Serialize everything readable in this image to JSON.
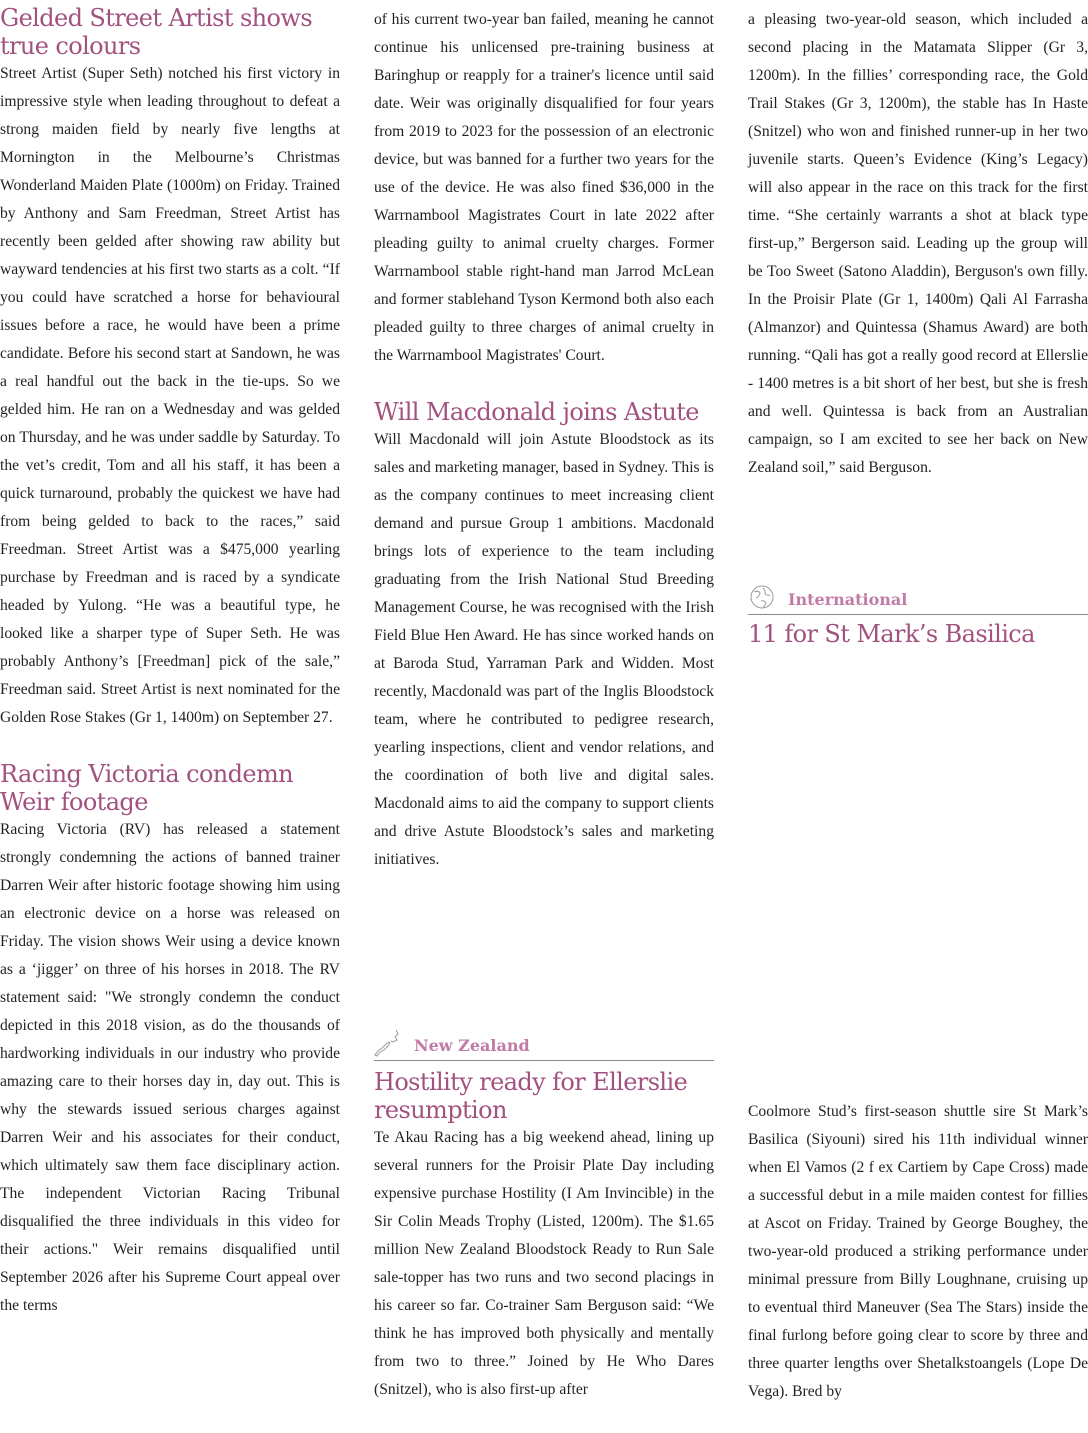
{
  "articles": {
    "gelded": {
      "title": "Gelded Street Artist shows true colours",
      "body": "Street Artist (Super Seth) notched his first victory in impressive style when leading throughout to defeat a strong maiden field by nearly five lengths at Mornington in the Melbourne’s Christmas Wonderland Maiden Plate (1000m) on Friday. Trained by Anthony and Sam Freedman, Street Artist has recently been gelded after showing raw ability but wayward tendencies at his first two starts as a colt. “If you could have scratched a horse for behavioural issues before a race, he would have been a prime candidate. Before his second start at Sandown, he was a real handful out the back in the tie-ups. So we gelded him. He ran on a Wednesday and was gelded on Thursday, and he was under saddle by Saturday. To the vet’s credit, Tom and all his staff, it has been a quick turnaround, probably the quickest we have had from being gelded to back to the races,” said Freedman. Street Artist was a $475,000 yearling purchase by Freedman and is raced by a syndicate headed by Yulong. “He was a beautiful type, he looked like a sharper type of Super Seth. He was probably Anthony’s [Freedman] pick of the sale,” Freedman said. Street Artist is next nominated for the Golden Rose Stakes (Gr 1, 1400m) on September 27."
    },
    "racing_victoria": {
      "title": "Racing Victoria condemn Weir footage",
      "body": "Racing Victoria (RV) has released a statement strongly condemning the actions of banned trainer Darren Weir after historic footage showing him using an electronic device on a horse was released on Friday. The vision shows Weir using a device known as a ‘jigger’ on three of his horses in 2018. The RV statement said: \"We strongly condemn the conduct depicted in this 2018 vision, as do the thousands of hardworking individuals in our industry who provide amazing care to their horses day in, day out. This is why the stewards issued serious charges against Darren Weir and his associates for their conduct, which ultimately saw them face disciplinary action. The independent Victorian Racing Tribunal disqualified the three individuals in this video for their actions.\" Weir remains disqualified until September 2026 after his Supreme Court appeal over the terms",
      "body_cont": "of his current two-year ban failed, meaning he cannot continue his unlicensed pre-training business at Baringhup or reapply for a trainer's licence until said date. Weir was originally disqualified for four years from 2019 to 2023 for the possession of an electronic device, but was banned for a further two years for the use of the device. He was also fined $36,000 in the Warrnambool Magistrates Court in late 2022 after pleading guilty to animal cruelty charges. Former Warrnambool stable right-hand man Jarrod McLean and former stablehand Tyson Kermond both also each pleaded guilty to three charges of animal cruelty in the Warrnambool Magistrates' Court."
    },
    "macdonald": {
      "title": "Will Macdonald joins Astute",
      "body": "Will Macdonald will join Astute Bloodstock as its sales and marketing manager, based in Sydney. This is as the company continues to meet increasing client demand and pursue Group 1 ambitions. Macdonald brings lots of experience to the team including graduating from the Irish National Stud Breeding Management Course, he was recognised with the Irish Field Blue Hen Award. He has since worked hands on at Baroda Stud, Yarraman Park and Widden. Most recently, Macdonald was part of the Inglis Bloodstock team, where he contributed to pedigree research, yearling inspections, client and vendor relations, and the coordination of both live and digital sales. Macdonald aims to aid the company to support clients and drive Astute Bloodstock’s sales and marketing initiatives."
    },
    "hostility": {
      "section": "New Zealand",
      "title": "Hostility ready for Ellerslie resumption",
      "body": "Te Akau Racing has a big weekend ahead, lining up several runners for the Proisir Plate Day including expensive purchase Hostility (I Am Invincible) in the Sir Colin Meads Trophy (Listed, 1200m). The $1.65 million New Zealand Bloodstock Ready to Run Sale sale-topper has two runs and two second placings in his career so far. Co-trainer Sam Berguson said: “We think he has improved both physically and mentally from two to three.” Joined by He Who Dares (Snitzel), who is also first-up after",
      "body_cont": "a pleasing two-year-old season, which included a second placing in the Matamata Slipper (Gr 3, 1200m). In the fillies’ corresponding race, the Gold Trail Stakes (Gr 3, 1200m), the stable has In Haste (Snitzel) who won and finished runner-up in her two juvenile starts. Queen’s Evidence (King’s Legacy) will also appear in the race on this track for the first time. “She certainly warrants a shot at black type first-up,” Bergerson said. Leading up the group will be Too Sweet (Satono Aladdin), Berguson's own filly. In the Proisir Plate (Gr 1, 1400m) Qali Al Farrasha (Almanzor) and Quintessa (Shamus Award) are both running. “Qali has got a really good record at Ellerslie - 1400 metres is a bit short of her best, but she is fresh and well. Quintessa is back from an Australian campaign, so I am excited to see her back on New Zealand soil,” said Berguson."
    },
    "basilica": {
      "section": "International",
      "title": "11 for St Mark’s Basilica",
      "body": "Coolmore Stud’s first-season shuttle sire St Mark’s Basilica (Siyouni) sired his 11th individual winner when El Vamos (2 f ex Cartiem by Cape Cross) made a successful debut in a mile maiden contest for fillies at Ascot on Friday. Trained by George Boughey, the two-year-old produced a striking performance under minimal pressure from Billy Loughnane, cruising up to eventual third Maneuver (Sea The Stars) inside the final furlong before going clear to score by three and three quarter lengths over Shetalkstoangels (Lope De Vega). Bred by"
    }
  },
  "icons": {
    "new_zealand": "nz-map-icon",
    "international": "globe-icon"
  },
  "colors": {
    "headline": "#a2527f",
    "section_label": "#c27aa6",
    "body_text": "#231f20"
  }
}
